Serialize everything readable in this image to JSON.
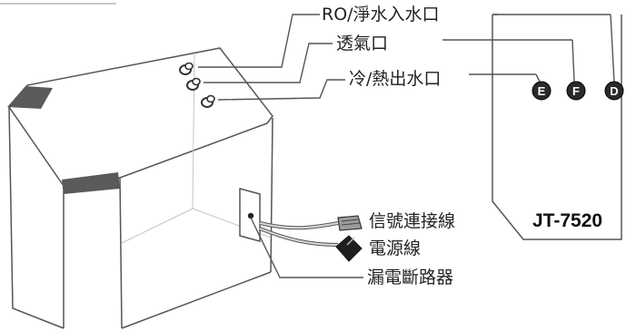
{
  "labels": {
    "ro_inlet": "RO/淨水入水口",
    "vent": "透氣口",
    "hot_cold_outlet": "冷/熱出水口",
    "signal_cable": "信號連接線",
    "power_cord": "電源線",
    "breaker": "漏電斷路器"
  },
  "ports": {
    "e": "E",
    "f": "F",
    "d": "D"
  },
  "panel": {
    "model": "JT-7520"
  },
  "colors": {
    "line": "#555555",
    "light_line": "#bdbdbd",
    "dark_band": "#5a5a5a",
    "port_fill": "#2a2a2a"
  }
}
